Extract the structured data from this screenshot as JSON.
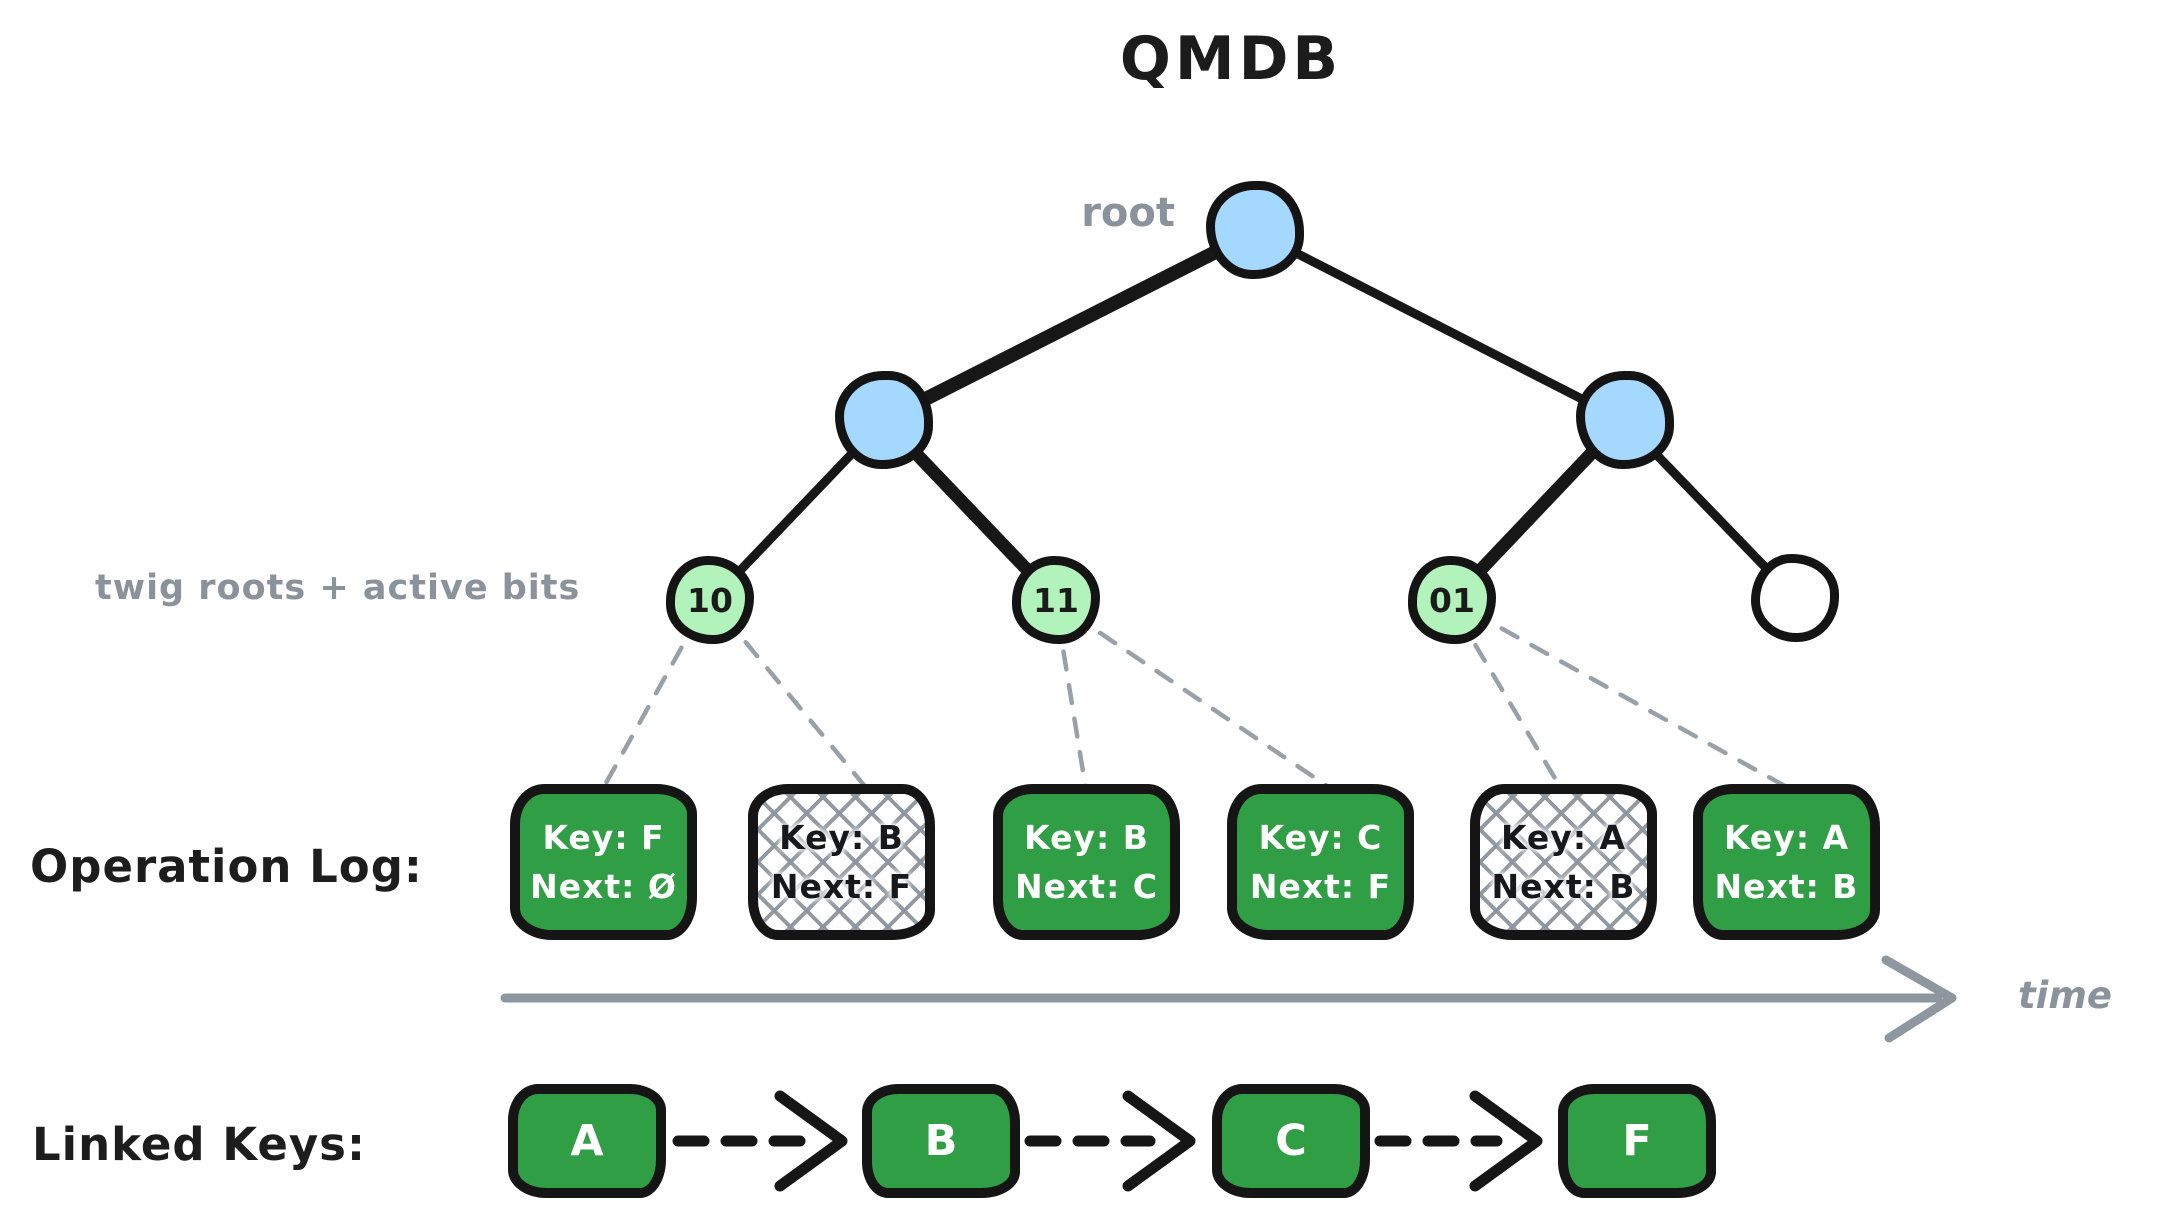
{
  "title": "QMDB",
  "colors": {
    "node_blue": "#a5d8ff",
    "twig_green": "#b2f2bb",
    "entry_green": "#2f9e44",
    "label_gray": "#8a939c",
    "hatch_gray": "#8c949c",
    "ink_black": "#151515"
  },
  "tree": {
    "root_label": "root",
    "twig_label": "twig roots + active bits",
    "leaves": [
      {
        "label": "10",
        "fill": "light-green"
      },
      {
        "label": "11",
        "fill": "light-green"
      },
      {
        "label": "01",
        "fill": "light-green"
      },
      {
        "label": "",
        "fill": "white"
      }
    ]
  },
  "operation_log": {
    "label": "Operation Log:",
    "entries": [
      {
        "key_text": "Key: F",
        "next_text": "Next: Ø",
        "style": "green",
        "state": "active"
      },
      {
        "key_text": "Key: B",
        "next_text": "Next: F",
        "style": "hatched",
        "state": "crossed-out"
      },
      {
        "key_text": "Key: B",
        "next_text": "Next: C",
        "style": "green",
        "state": "active"
      },
      {
        "key_text": "Key: C",
        "next_text": "Next: F",
        "style": "green",
        "state": "active"
      },
      {
        "key_text": "Key: A",
        "next_text": "Next: B",
        "style": "hatched",
        "state": "crossed-out"
      },
      {
        "key_text": "Key: A",
        "next_text": "Next: B",
        "style": "green",
        "state": "active"
      }
    ]
  },
  "time_axis": {
    "label": "time"
  },
  "linked_keys": {
    "label": "Linked Keys:",
    "keys": [
      "A",
      "B",
      "C",
      "F"
    ]
  }
}
